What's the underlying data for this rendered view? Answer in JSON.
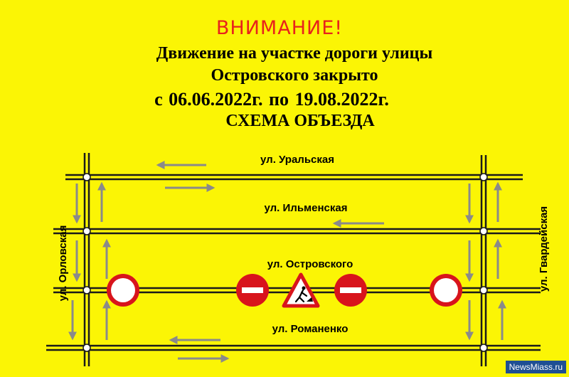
{
  "notice": {
    "attention": "ВНИМАНИЕ!",
    "line1": "Движение на участке дороги улицы",
    "line2": "Островского закрыто",
    "line3": "с  06.06.2022г. по 19.08.2022г.",
    "line4": "СХЕМА ОБЪЕЗДА"
  },
  "streets": {
    "uralskaya": "ул. Уральская",
    "ilmenskaya": "ул. Ильменская",
    "ostrovskogo": "ул. Островского",
    "romanenko": "ул. Романенко",
    "orlovskaya": "ул. Орловская",
    "gvardeyskaya": "ул. Гвардейская"
  },
  "watermark": "NewsMiass.ru",
  "colors": {
    "background": "#fbf505",
    "title_red": "#e8231c",
    "sign_red": "#d8141c",
    "arrow_gray": "#8a8a8a",
    "road": "#1a1a1a"
  },
  "icons": [
    "no-entry-sign-icon",
    "no-vehicles-sign-icon",
    "road-works-sign-icon"
  ]
}
